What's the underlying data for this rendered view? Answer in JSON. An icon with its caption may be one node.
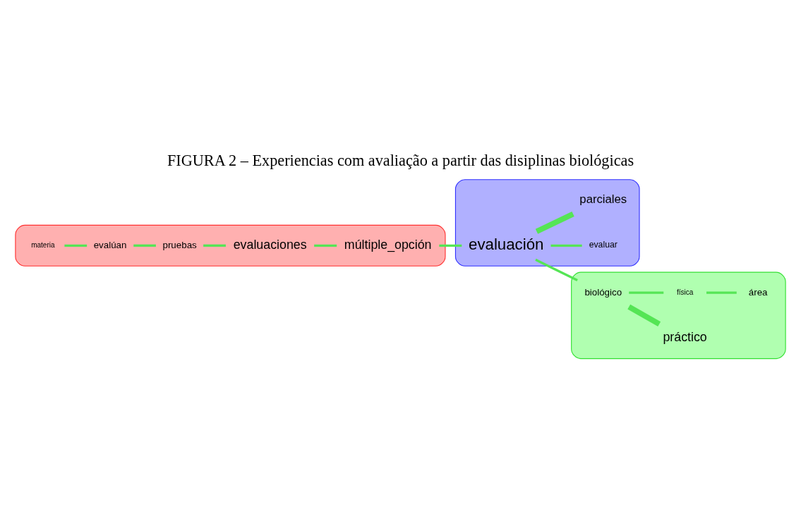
{
  "diagram": {
    "title": "FIGURA 2 – Experiencias com avaliação a partir das disiplinas biológicas",
    "nodes": [
      {
        "text": [],
        "shape": "blob"
      },
      {
        "text": [
          "materia"
        ],
        "in": 0
      },
      {
        "text": [
          "evalúan"
        ],
        "in": 0
      },
      {
        "text": [
          "pruebas"
        ],
        "in": 0
      },
      {
        "text": [
          "evaluaciones"
        ],
        "in": 0
      },
      {
        "text": [
          "múltiple_opción"
        ],
        "in": 0
      },
      {
        "text": [],
        "shape": "blob"
      },
      {
        "text": [
          "evaluar"
        ],
        "in": 6
      },
      {
        "text": [
          "parciales"
        ],
        "in": 6
      },
      {
        "text": [
          "evaluación"
        ],
        "in": 6
      },
      {
        "text": [],
        "shape": "blob"
      },
      {
        "text": [
          "biológico"
        ],
        "in": 10
      },
      {
        "text": [
          "práctico"
        ],
        "in": 10
      },
      {
        "text": [
          "física"
        ],
        "in": 10
      },
      {
        "text": [
          "área"
        ],
        "in": 10
      }
    ],
    "edges": [
      {
        "from": 1,
        "to": 2,
        "arrow": "none"
      },
      {
        "from": 2,
        "to": 3,
        "arrow": "none"
      },
      {
        "from": 3,
        "to": 4,
        "arrow": "none"
      },
      {
        "from": 4,
        "to": 5,
        "arrow": "none"
      },
      {
        "from": 5,
        "to": 9,
        "arrow": "none"
      },
      {
        "from": 9,
        "to": 7,
        "arrow": "none"
      },
      {
        "from": 9,
        "to": 8,
        "arrow": "none",
        "style": "thick"
      },
      {
        "from": 9,
        "to": 11,
        "arrow": "none"
      },
      {
        "from": 11,
        "to": 12,
        "arrow": "none",
        "style": "thick"
      },
      {
        "from": 11,
        "to": 13,
        "arrow": "none"
      },
      {
        "from": 13,
        "to": 14,
        "arrow": "none"
      }
    ]
  }
}
